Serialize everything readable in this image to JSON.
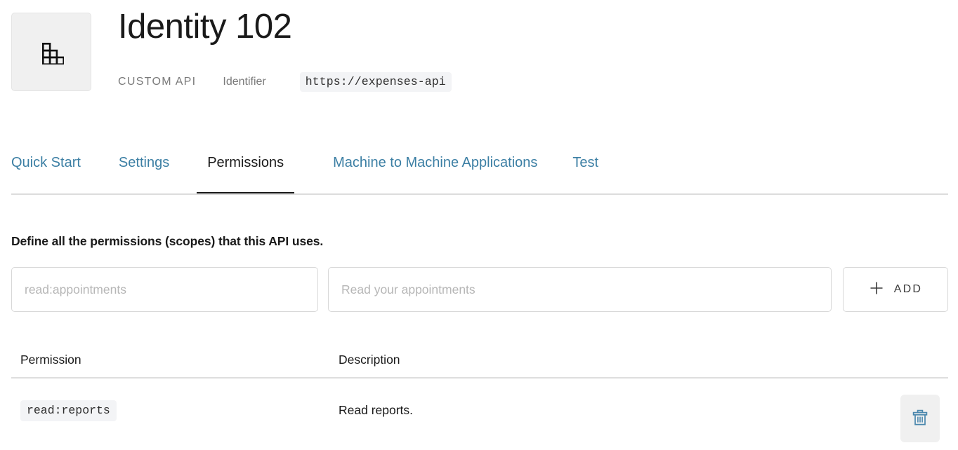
{
  "header": {
    "logo_icon": "staircase-blocks-icon",
    "title": "Identity 102",
    "type_label": "CUSTOM API",
    "identifier_label": "Identifier",
    "identifier_value": "https://expenses-api"
  },
  "tabs": {
    "items": [
      {
        "id": "quick-start",
        "label": "Quick Start",
        "active": false
      },
      {
        "id": "settings",
        "label": "Settings",
        "active": false
      },
      {
        "id": "permissions",
        "label": "Permissions",
        "active": true
      },
      {
        "id": "machine-to-machine-applications",
        "label": "Machine to Machine Applications",
        "active": false
      },
      {
        "id": "test",
        "label": "Test",
        "active": false
      }
    ]
  },
  "permissions": {
    "description": "Define all the permissions (scopes) that this API uses.",
    "form": {
      "scope_placeholder": "read:appointments",
      "scope_value": "",
      "description_placeholder": "Read your appointments",
      "description_value": "",
      "add_label": "ADD",
      "add_icon": "plus-icon"
    },
    "table": {
      "columns": [
        "Permission",
        "Description"
      ],
      "rows": [
        {
          "permission": "read:reports",
          "description": "Read reports.",
          "delete_icon": "trash-icon"
        }
      ]
    }
  },
  "colors": {
    "link": "#3c7fa4",
    "active_tab": "#1a1a1a",
    "trash_icon": "#4a87ad",
    "badge_bg": "#f3f4f6"
  }
}
